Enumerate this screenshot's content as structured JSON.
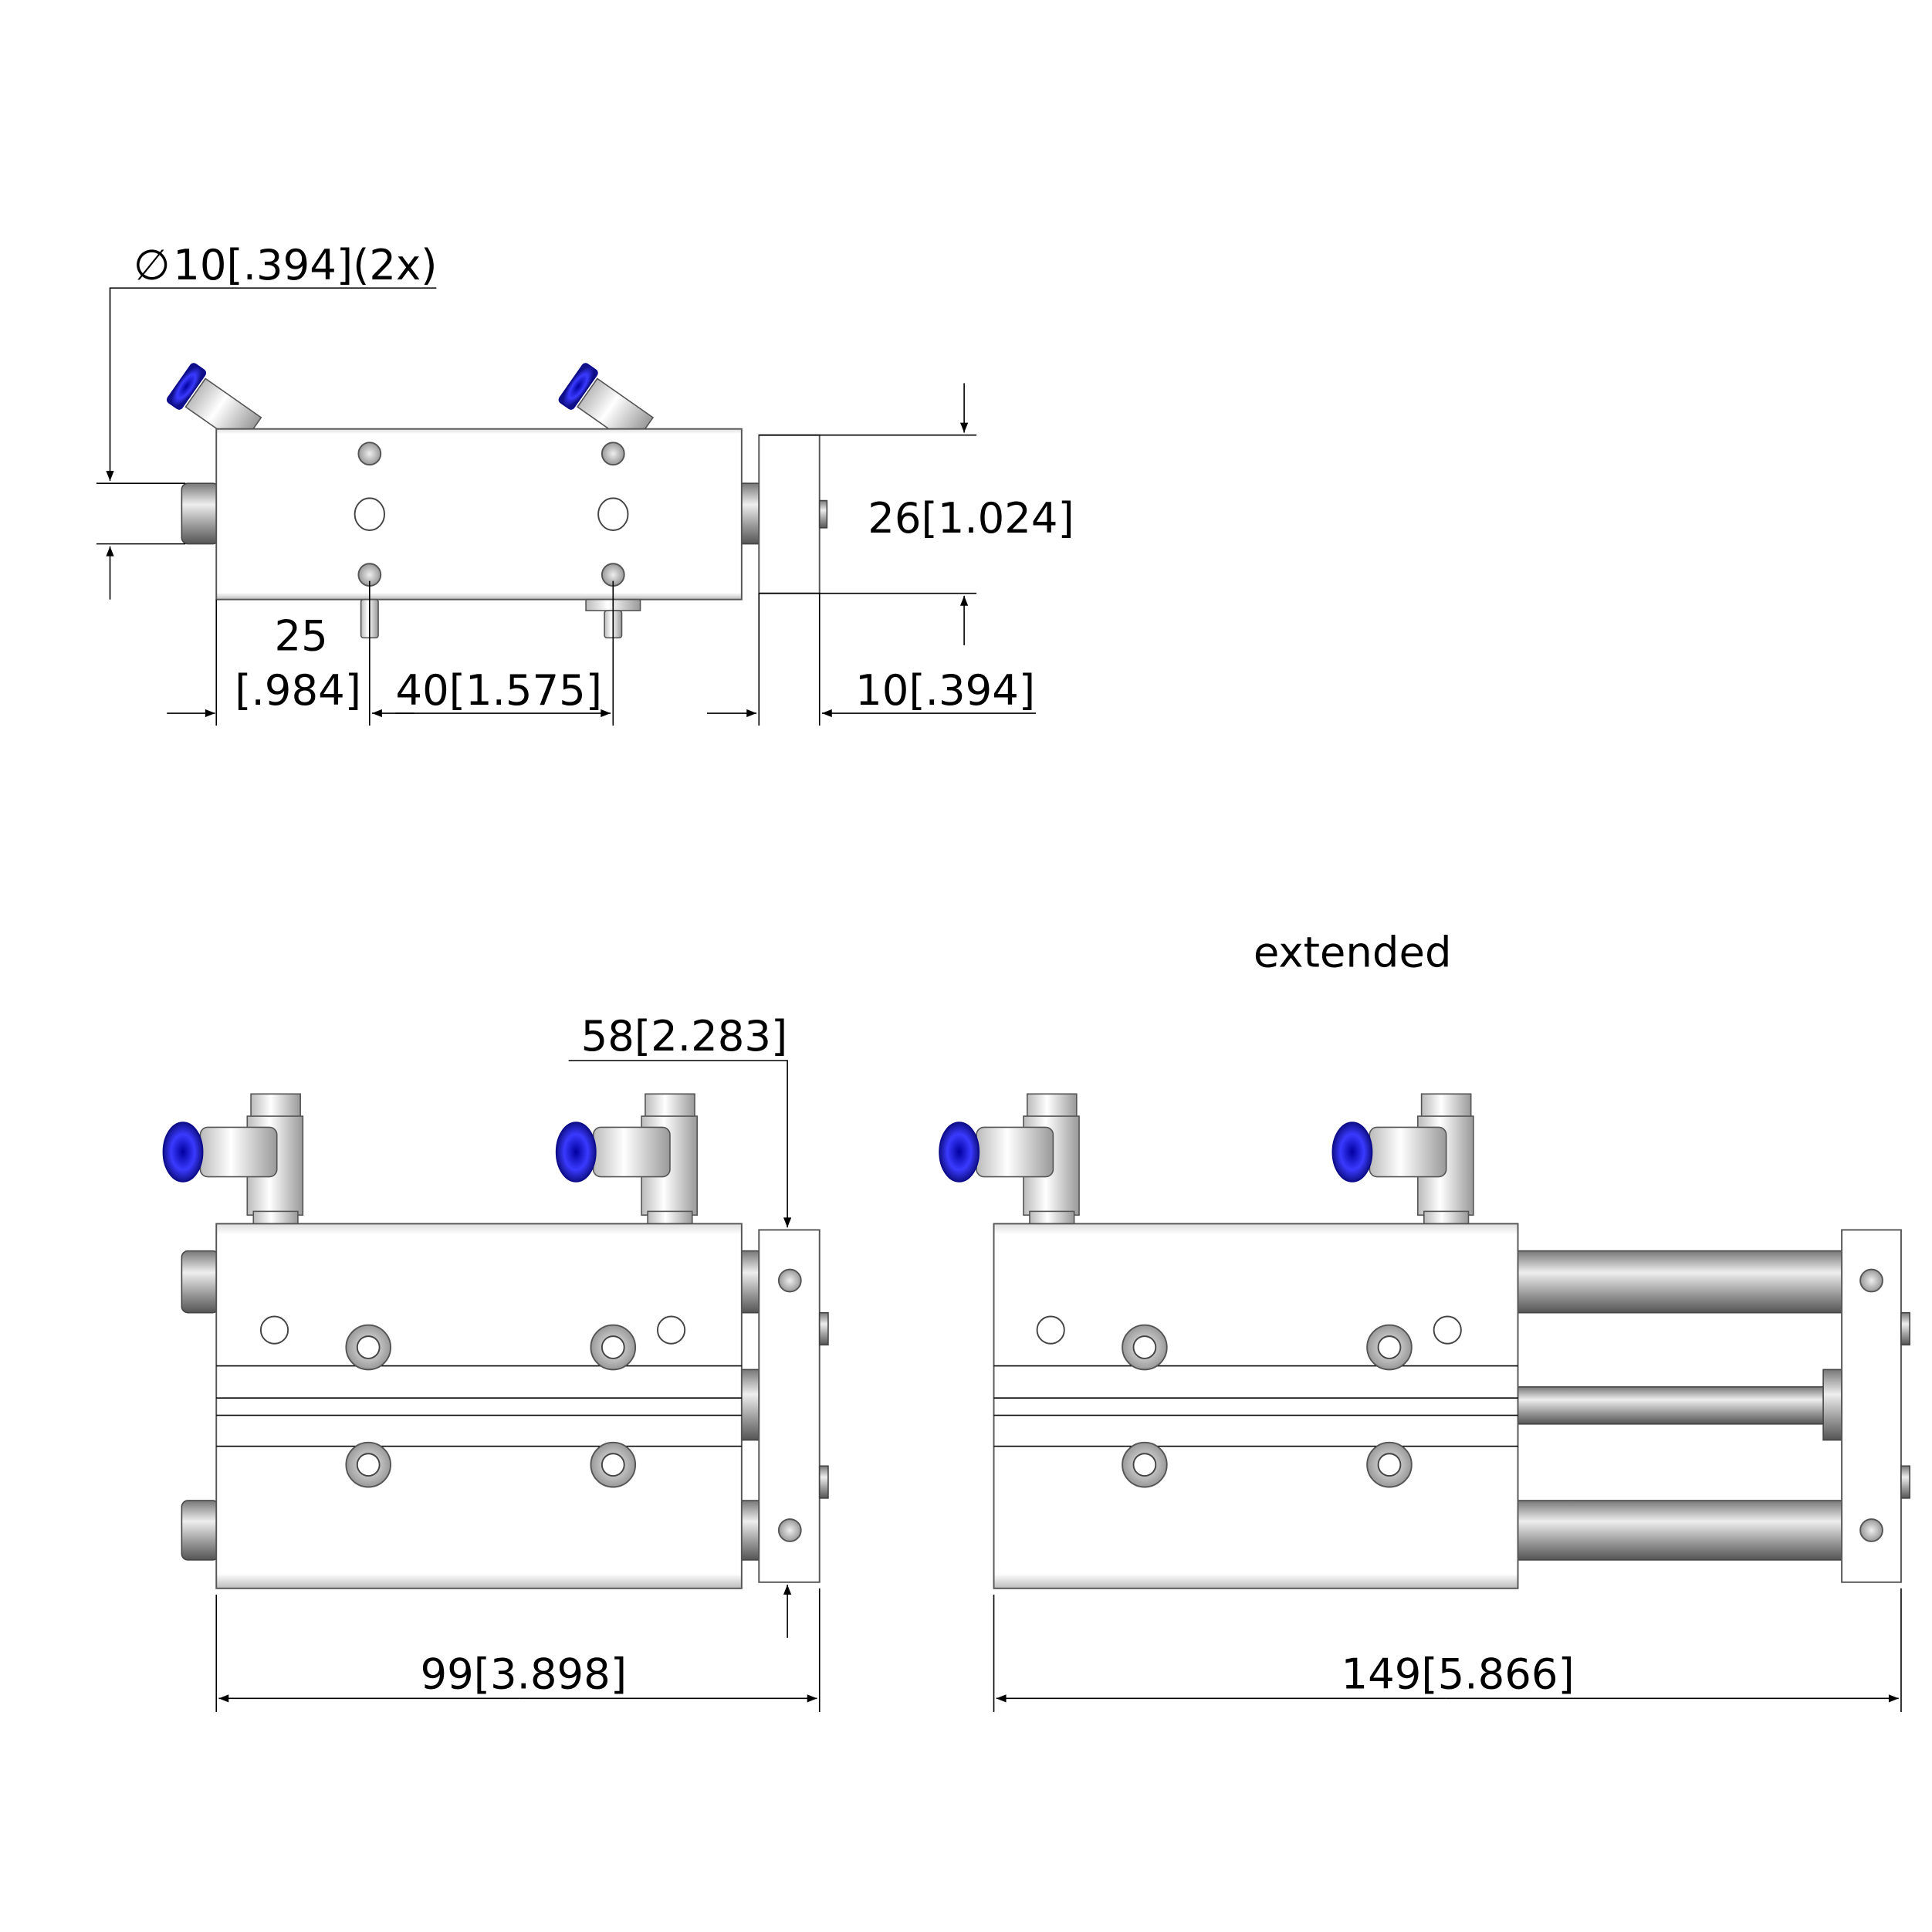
{
  "dimensions": {
    "port_diameter": "10[.394](2x)",
    "port_diameter_symbol": "∅",
    "height": "26[1.024]",
    "port_offset_top": "25",
    "port_offset_bottom": "[.984]",
    "port_spacing": "40[1.575]",
    "plate_thickness": "10[.394]",
    "plate_offset": "58[2.283]",
    "length_retracted": "99[3.898]",
    "length_extended": "149[5.866]"
  },
  "labels": {
    "extended": "extended"
  },
  "colors": {
    "fitting_cap": "#1a1acc",
    "metal": "#a0a0a0"
  }
}
